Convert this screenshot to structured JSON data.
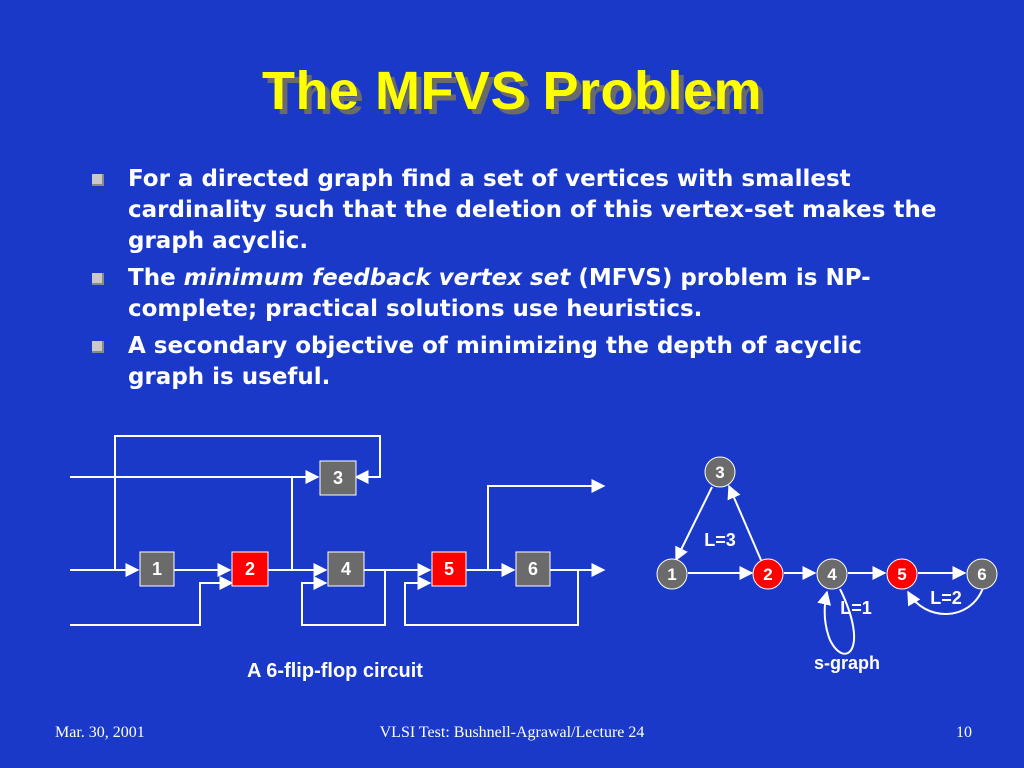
{
  "slide": {
    "title": "The MFVS Problem",
    "bullets": [
      {
        "parts": [
          "For a directed graph find a set of vertices with smallest cardinality such that the deletion of this vertex-set makes the graph acyclic."
        ]
      },
      {
        "pre": "The ",
        "em": "minimum feedback vertex set",
        "post": " (MFVS) problem is NP-complete; practical solutions use heuristics."
      },
      {
        "parts": [
          "A secondary objective of minimizing the depth of acyclic graph is useful."
        ]
      }
    ]
  },
  "circuit": {
    "caption": "A 6-flip-flop circuit",
    "flip_flops": [
      {
        "label": "1",
        "selected": false
      },
      {
        "label": "2",
        "selected": true
      },
      {
        "label": "3",
        "selected": false
      },
      {
        "label": "4",
        "selected": false
      },
      {
        "label": "5",
        "selected": true
      },
      {
        "label": "6",
        "selected": false
      }
    ]
  },
  "sgraph": {
    "caption": "s-graph",
    "nodes": [
      {
        "label": "1",
        "selected": false
      },
      {
        "label": "2",
        "selected": true
      },
      {
        "label": "3",
        "selected": false
      },
      {
        "label": "4",
        "selected": false
      },
      {
        "label": "5",
        "selected": true
      },
      {
        "label": "6",
        "selected": false
      }
    ],
    "loop_labels": {
      "triangle": "L=3",
      "self_loop_4": "L=1",
      "loop_5_6": "L=2"
    }
  },
  "footer": {
    "date": "Mar. 30, 2001",
    "course": "VLSI Test: Bushnell-Agrawal/Lecture 24",
    "page": "10"
  },
  "colors": {
    "background": "#1a39c8",
    "title": "#ffff00",
    "node_gray": "#6b6b6b",
    "node_red": "#ff0000"
  }
}
